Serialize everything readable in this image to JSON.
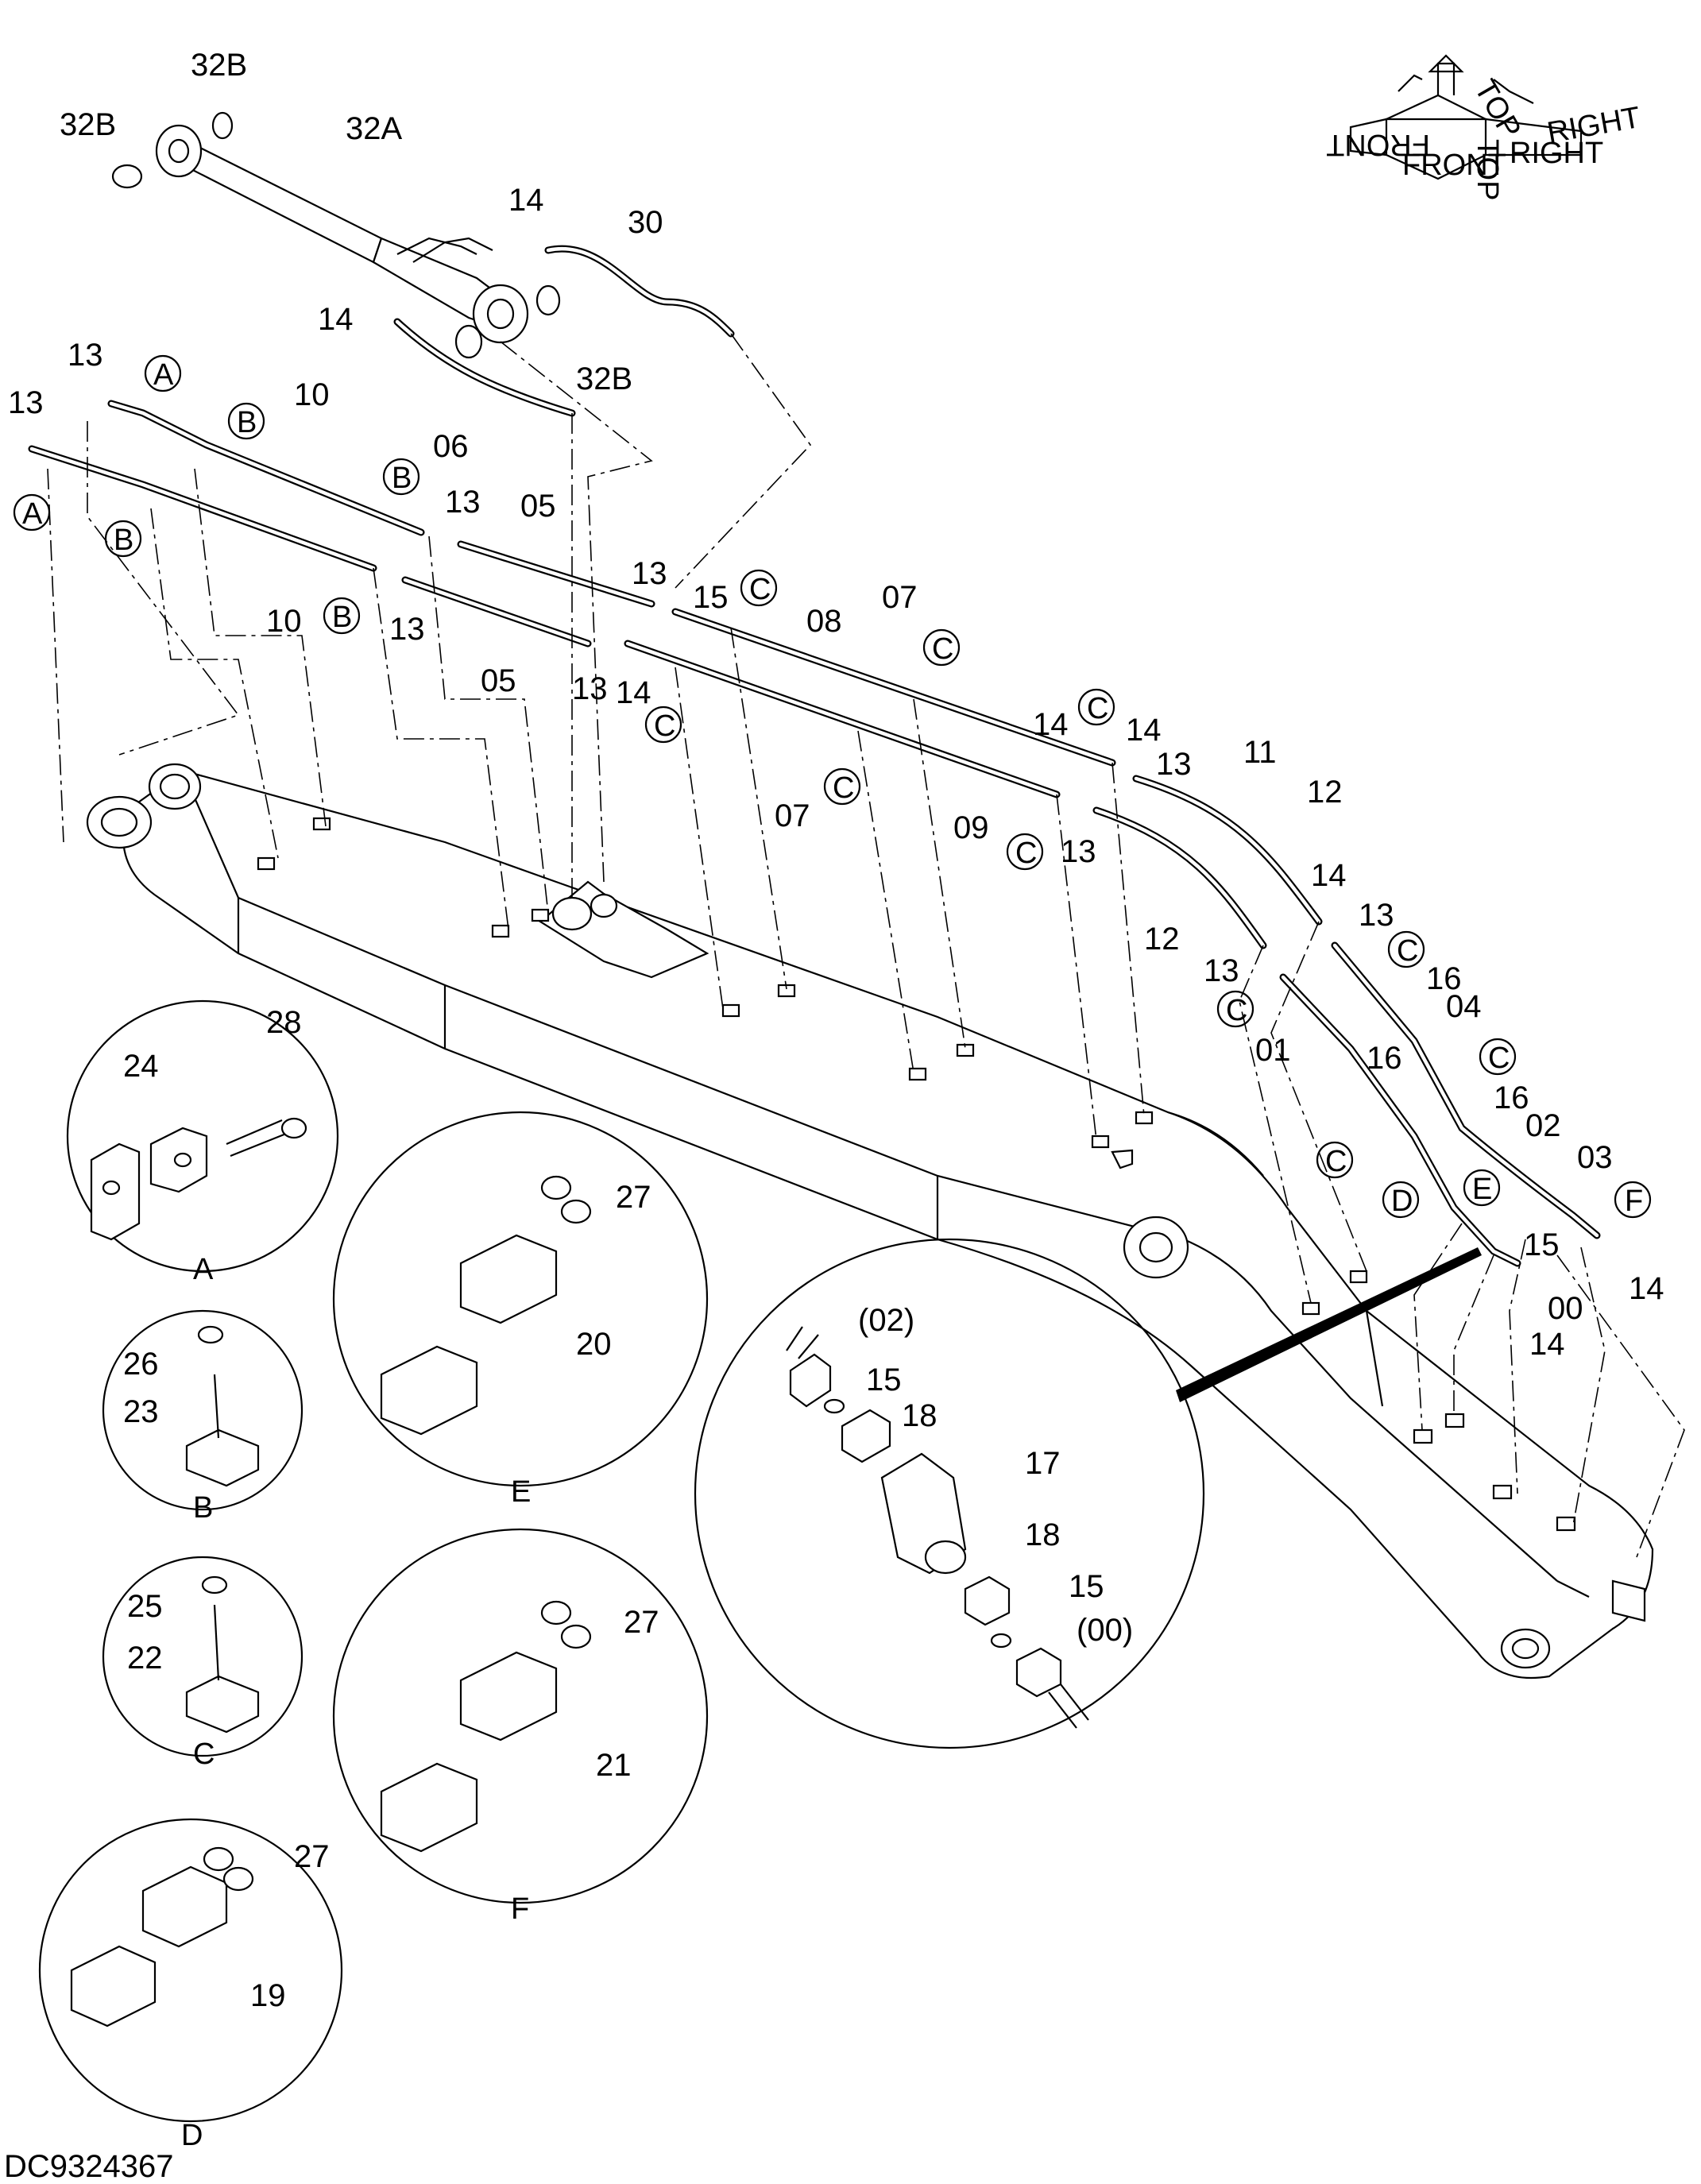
{
  "drawing_number": "DC9324367",
  "orientation": {
    "front": "FRONT",
    "right": "RIGHT",
    "top": "TOP",
    "front_mirror": "FRONT",
    "right_mirror": "RIGHT",
    "top_mirror": "TOP"
  },
  "callouts": {
    "p32A": "32A",
    "p32B_a": "32B",
    "p32B_b": "32B",
    "p32B_c": "32B",
    "p30": "30",
    "p14_a": "14",
    "p14_b": "14",
    "p06": "06",
    "p13_a": "13",
    "p13_b": "13",
    "p10_a": "10",
    "p10_b": "10",
    "p13_c": "13",
    "p05_a": "05",
    "p13_d": "13",
    "p05_b": "05",
    "p13_e": "13",
    "p15_a": "15",
    "p13_f": "13",
    "p14_c": "14",
    "p08": "08",
    "p07_a": "07",
    "p07_b": "07",
    "p09": "09",
    "p14_d": "14",
    "p14_e": "14",
    "p13_g": "13",
    "p13_h": "13",
    "p11": "11",
    "p12_a": "12",
    "p12_b": "12",
    "p14_f": "14",
    "p13_i": "13",
    "p13_j": "13",
    "p16_a": "16",
    "p04": "04",
    "p16_b": "16",
    "p01": "01",
    "p16_c": "16",
    "p02": "02",
    "p03": "03",
    "p15_b": "15",
    "p00": "00",
    "p14_g": "14",
    "p14_h": "14"
  },
  "ref_letters": {
    "A1": "A",
    "A2": "A",
    "B1": "B",
    "B2": "B",
    "B3": "B",
    "C1": "C",
    "C2": "C",
    "C3": "C",
    "C4": "C",
    "C5": "C",
    "C6": "C",
    "C7": "C",
    "C8": "C",
    "C9": "C",
    "C10": "C",
    "D1": "D",
    "E1": "E",
    "F1": "F"
  },
  "detail_A": {
    "label": "A",
    "parts": [
      "24",
      "28"
    ]
  },
  "detail_B": {
    "label": "B",
    "parts": [
      "26",
      "23"
    ]
  },
  "detail_C": {
    "label": "C",
    "parts": [
      "25",
      "22"
    ]
  },
  "detail_D": {
    "label": "D",
    "parts": [
      "27",
      "19"
    ]
  },
  "detail_E": {
    "label": "E",
    "parts": [
      "27",
      "20"
    ]
  },
  "detail_F": {
    "label": "F",
    "parts": [
      "27",
      "21"
    ]
  },
  "detail_fitting": {
    "parts": [
      "(02)",
      "15",
      "18",
      "17",
      "18",
      "15",
      "(00)"
    ]
  }
}
